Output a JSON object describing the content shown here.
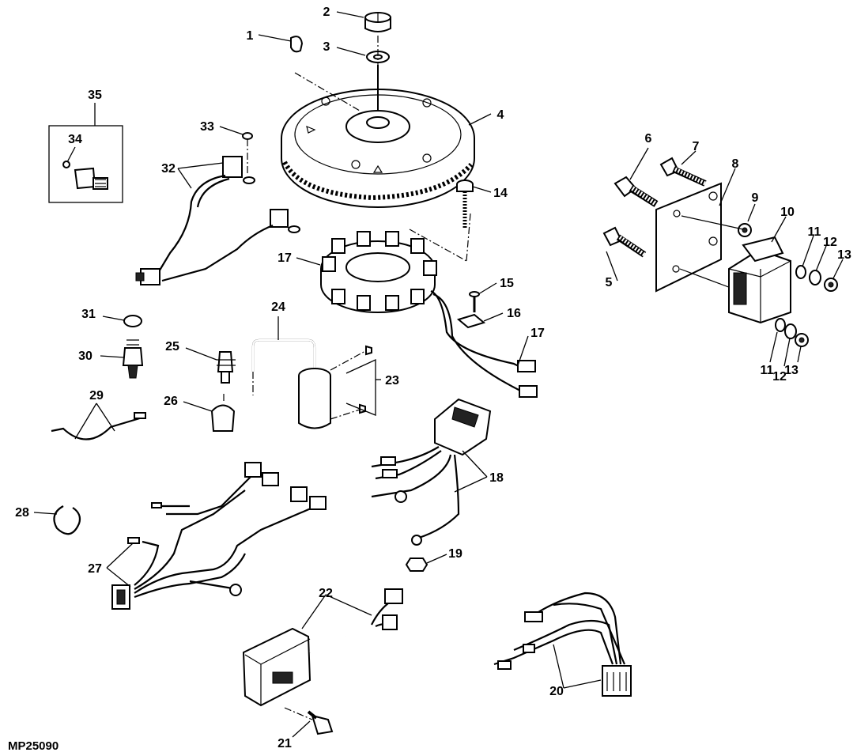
{
  "figure_code": "MP25090",
  "callouts": [
    "1",
    "2",
    "3",
    "4",
    "5",
    "6",
    "7",
    "8",
    "9",
    "10",
    "11",
    "12",
    "13",
    "14",
    "15",
    "16",
    "17",
    "18",
    "19",
    "20",
    "21",
    "22",
    "23",
    "24",
    "25",
    "26",
    "27",
    "28",
    "29",
    "30",
    "31",
    "32",
    "33",
    "34",
    "35"
  ],
  "repeat_callouts": {
    "n11b": "11",
    "n12b": "12",
    "n13b": "13",
    "n17b": "17"
  }
}
